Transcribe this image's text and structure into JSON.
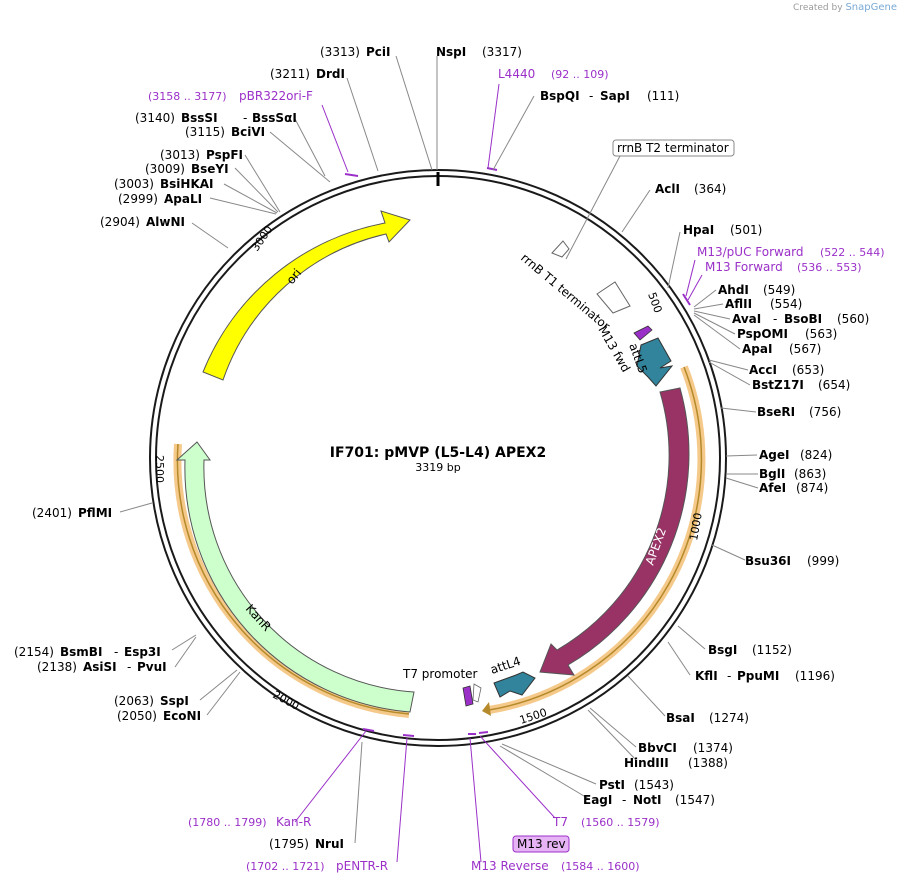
{
  "credit": {
    "prefix": "Created by",
    "brand": "SnapGene"
  },
  "title": "IF701: pMVP (L5-L4) APEX2",
  "length": "3319 bp",
  "ticks": [
    "500",
    "1000",
    "1500",
    "2000",
    "2500",
    "3000"
  ],
  "features": {
    "ori": "ori",
    "kanr": "KanR",
    "apex2": "APEX2",
    "attl5": "attL5",
    "attl4": "attL4",
    "m13fwd": "M13 fwd",
    "t7promoter": "T7 promoter",
    "rrnbt1": "rrnB T1 terminator",
    "rrnbt2": "rrnB T2 terminator",
    "m13rev": "M13 rev"
  },
  "sites": {
    "pcii": {
      "pos": "(3313)",
      "name": "PciI"
    },
    "nspi": {
      "name": "NspI",
      "pos": "(3317)"
    },
    "drdi": {
      "pos": "(3211)",
      "name": "DrdI"
    },
    "bsssi": {
      "pos": "(3140)",
      "name": "BssSI",
      "sep": "-",
      "name2": "BssSαI"
    },
    "bcivi": {
      "pos": "(3115)",
      "name": "BciVI"
    },
    "pspfi": {
      "pos": "(3013)",
      "name": "PspFI"
    },
    "bseyi": {
      "pos": "(3009)",
      "name": "BseYI"
    },
    "bsihkai": {
      "pos": "(3003)",
      "name": "BsiHKAI"
    },
    "apali": {
      "pos": "(2999)",
      "name": "ApaLI"
    },
    "alwni": {
      "pos": "(2904)",
      "name": "AlwNI"
    },
    "pflmi": {
      "pos": "(2401)",
      "name": "PflMI"
    },
    "bsmbi": {
      "pos": "(2154)",
      "name": "BsmBI",
      "sep": "-",
      "name2": "Esp3I"
    },
    "asisi": {
      "pos": "(2138)",
      "name": "AsiSI",
      "sep": "-",
      "name2": "PvuI"
    },
    "sspi": {
      "pos": "(2063)",
      "name": "SspI"
    },
    "econi": {
      "pos": "(2050)",
      "name": "EcoNI"
    },
    "nrui": {
      "pos": "(1795)",
      "name": "NruI"
    },
    "bspqi": {
      "name": "BspQI",
      "sep": "-",
      "name2": "SapI",
      "pos": "(111)"
    },
    "acli": {
      "name": "AclI",
      "pos": "(364)"
    },
    "hpai": {
      "name": "HpaI",
      "pos": "(501)"
    },
    "ahdi": {
      "name": "AhdI",
      "pos": "(549)"
    },
    "aflii": {
      "name": "AflII",
      "pos": "(554)"
    },
    "avai": {
      "name": "AvaI",
      "sep": "-",
      "name2": "BsoBI",
      "pos": "(560)"
    },
    "pspomi": {
      "name": "PspOMI",
      "pos": "(563)"
    },
    "apai": {
      "name": "ApaI",
      "pos": "(567)"
    },
    "acci": {
      "name": "AccI",
      "pos": "(653)"
    },
    "bstz17i": {
      "name": "BstZ17I",
      "pos": "(654)"
    },
    "bseri": {
      "name": "BseRI",
      "pos": "(756)"
    },
    "agei": {
      "name": "AgeI",
      "pos": "(824)"
    },
    "bgli": {
      "name": "BglI",
      "pos": "(863)"
    },
    "afei": {
      "name": "AfeI",
      "pos": "(874)"
    },
    "bsu36i": {
      "name": "Bsu36I",
      "pos": "(999)"
    },
    "bsgi": {
      "name": "BsgI",
      "pos": "(1152)"
    },
    "kfli": {
      "name": "KflI",
      "sep": "-",
      "name2": "PpuMI",
      "pos": "(1196)"
    },
    "bsai": {
      "name": "BsaI",
      "pos": "(1274)"
    },
    "bbvci": {
      "name": "BbvCI",
      "pos": "(1374)"
    },
    "hindiii": {
      "name": "HindIII",
      "pos": "(1388)"
    },
    "psti": {
      "name": "PstI",
      "pos": "(1543)"
    },
    "eagi": {
      "name": "EagI",
      "sep": "-",
      "name2": "NotI",
      "pos": "(1547)"
    }
  },
  "primers": {
    "l4440": {
      "name": "L4440",
      "range": "(92 .. 109)"
    },
    "pbr322": {
      "range": "(3158 .. 3177)",
      "name": "pBR322ori-F"
    },
    "m13puc": {
      "name": "M13/pUC Forward",
      "range": "(522 .. 544)"
    },
    "m13f": {
      "name": "M13 Forward",
      "range": "(536 .. 553)"
    },
    "kanr": {
      "range": "(1780 .. 1799)",
      "name": "Kan-R"
    },
    "pentr": {
      "range": "(1702 .. 1721)",
      "name": "pENTR-R"
    },
    "t7": {
      "name": "T7",
      "range": "(1560 .. 1579)"
    },
    "m13rev": {
      "name": "M13 Reverse",
      "range": "(1584 .. 1600)"
    }
  },
  "colors": {
    "ori": "#ffff00",
    "kanr": "#ccffcc",
    "apex2": "#993366",
    "att": "#31849b",
    "primer": "#9b30c8",
    "orf": "#f5b041"
  }
}
